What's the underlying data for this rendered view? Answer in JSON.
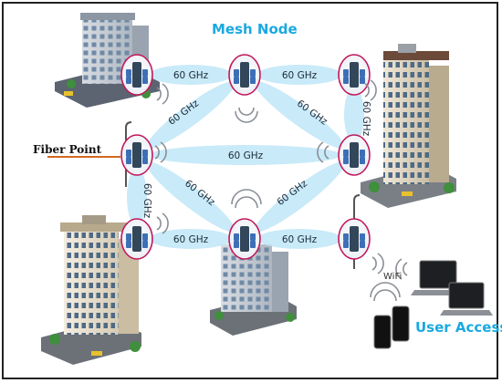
{
  "title": "Mesh Node",
  "fiber_label": "Fiber Point",
  "wifi_label": "WiFi",
  "user_access_label": "User Access",
  "link_label": "60 GHz",
  "colors": {
    "accent": "#1aa9e1",
    "beam": "#bfe6f7",
    "node_ring": "#c2185b",
    "frame": "#222222"
  },
  "nodes": [
    {
      "id": "n-top-left"
    },
    {
      "id": "n-top-mid"
    },
    {
      "id": "n-top-right"
    },
    {
      "id": "n-fiber"
    },
    {
      "id": "n-mid-right"
    },
    {
      "id": "n-bot-left"
    },
    {
      "id": "n-bot-mid"
    },
    {
      "id": "n-bot-right"
    }
  ],
  "links": [
    {
      "from": "n-top-left",
      "to": "n-top-mid",
      "label": "60 GHz"
    },
    {
      "from": "n-top-mid",
      "to": "n-top-right",
      "label": "60 GHz"
    },
    {
      "from": "n-top-mid",
      "to": "n-fiber",
      "label": "60 GHz"
    },
    {
      "from": "n-top-mid",
      "to": "n-mid-right",
      "label": "60 GHz"
    },
    {
      "from": "n-top-right",
      "to": "n-mid-right",
      "label": "60 GHz"
    },
    {
      "from": "n-fiber",
      "to": "n-mid-right",
      "label": "60 GHz"
    },
    {
      "from": "n-fiber",
      "to": "n-bot-left",
      "label": "60 GHz"
    },
    {
      "from": "n-fiber",
      "to": "n-bot-mid",
      "label": "60 GHz"
    },
    {
      "from": "n-mid-right",
      "to": "n-bot-mid",
      "label": "60 GHz"
    },
    {
      "from": "n-bot-left",
      "to": "n-bot-mid",
      "label": "60 GHz"
    },
    {
      "from": "n-bot-mid",
      "to": "n-bot-right",
      "label": "60 GHz"
    }
  ]
}
